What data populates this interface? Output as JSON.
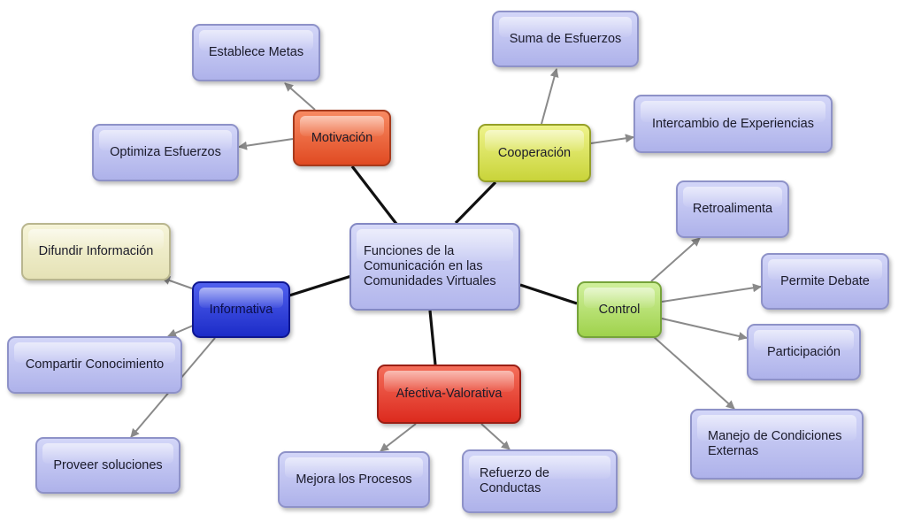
{
  "diagram": {
    "center": {
      "label": "Funciones de la\nComunicación en las\nComunidades Virtuales"
    },
    "functions": {
      "motivacion": {
        "label": "Motivación",
        "color": "#e8532c"
      },
      "cooperacion": {
        "label": "Cooperación",
        "color": "#d4dc4a"
      },
      "informativa": {
        "label": "Informativa",
        "color": "#2433d6"
      },
      "control": {
        "label": "Control",
        "color": "#a8d85a"
      },
      "afectiva": {
        "label": "Afectiva-Valorativa",
        "color": "#e53424"
      }
    },
    "leaves": {
      "establece_metas": "Establece Metas",
      "optimiza_esfuerzos": "Optimiza Esfuerzos",
      "suma_esfuerzos": "Suma de Esfuerzos",
      "intercambio": "Intercambio de Experiencias",
      "difundir": "Difundir Información",
      "compartir": "Compartir Conocimiento",
      "proveer": "Proveer soluciones",
      "retroalimenta": "Retroalimenta",
      "permite_debate": "Permite Debate",
      "participacion": "Participación",
      "manejo": "Manejo de Condiciones\nExternas",
      "mejora": "Mejora los Procesos",
      "refuerzo": "Refuerzo de\nConductas"
    }
  }
}
